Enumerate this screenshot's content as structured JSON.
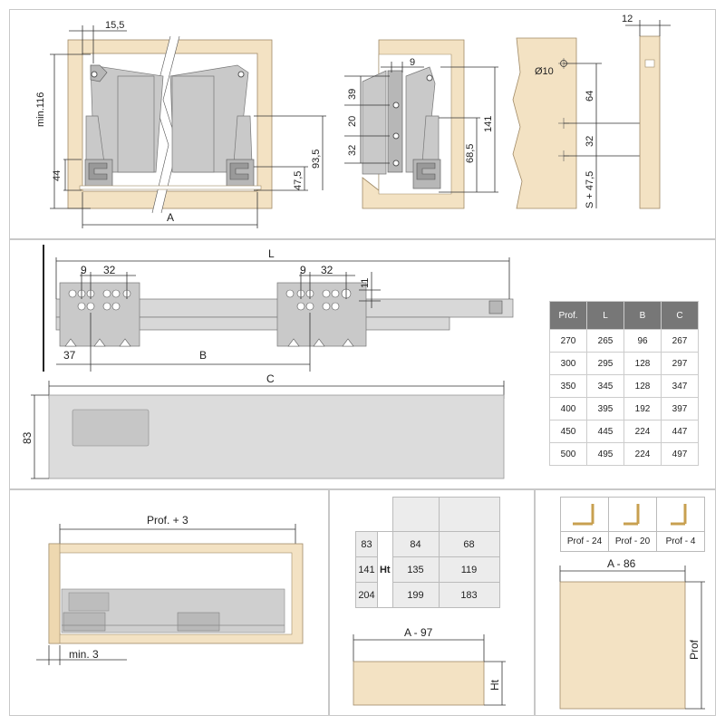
{
  "top": {
    "d_15_5": "15,5",
    "d_min116": "min.116",
    "d_44": "44",
    "d_A": "A",
    "d_47_5": "47,5",
    "d_93_5": "93,5",
    "d_9": "9",
    "d_39": "39",
    "d_20": "20",
    "d_32": "32",
    "d_68_5": "68,5",
    "d_141": "141",
    "d_12": "12",
    "d_dia10": "Ø10",
    "d_64": "64",
    "d_32b": "32",
    "d_s47_5": "S + 47,5"
  },
  "mid": {
    "d_L": "L",
    "d_9a": "9",
    "d_32a": "32",
    "d_9b": "9",
    "d_32b": "32",
    "d_11": "11",
    "d_37": "37",
    "d_B": "B",
    "d_C": "C",
    "d_83": "83",
    "table": {
      "headers": [
        "Prof.",
        "L",
        "B",
        "C"
      ],
      "rows": [
        [
          "270",
          "265",
          "96",
          "267"
        ],
        [
          "300",
          "295",
          "128",
          "297"
        ],
        [
          "350",
          "345",
          "128",
          "347"
        ],
        [
          "400",
          "395",
          "192",
          "397"
        ],
        [
          "450",
          "445",
          "224",
          "447"
        ],
        [
          "500",
          "495",
          "224",
          "497"
        ]
      ]
    }
  },
  "bottom": {
    "d_prof3": "Prof. + 3",
    "d_min3": "min. 3",
    "ht_label": "Ht",
    "ht_rows": [
      [
        "83",
        "84",
        "68"
      ],
      [
        "141",
        "135",
        "119"
      ],
      [
        "204",
        "199",
        "183"
      ]
    ],
    "d_a97": "A - 97",
    "d_ht": "Ht",
    "prof_labels": [
      "Prof - 24",
      "Prof - 20",
      "Prof - 4"
    ],
    "d_a86": "A - 86",
    "d_prof": "Prof"
  }
}
